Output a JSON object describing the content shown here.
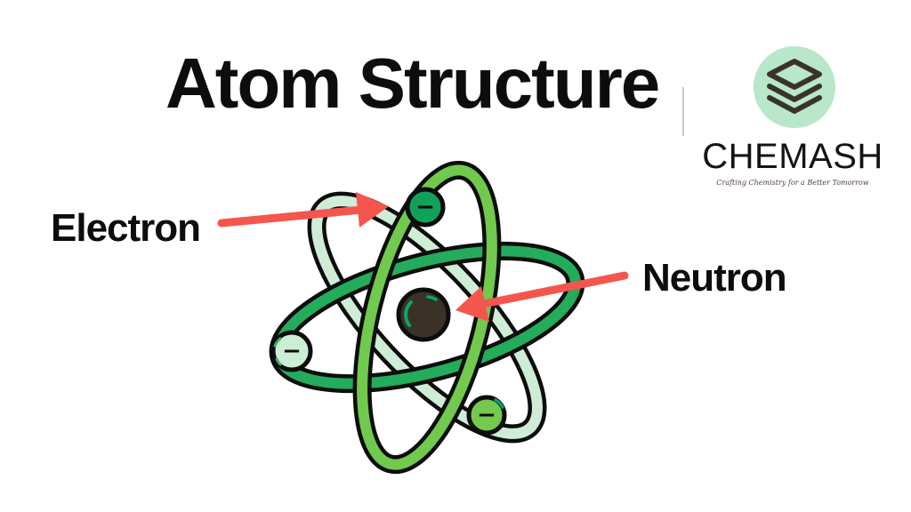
{
  "title": {
    "text": "Atom Structure"
  },
  "diagram": {
    "labels": {
      "electron": "Electron",
      "neutron": "Neutron"
    },
    "charge_symbol": "−",
    "colors": {
      "arrow_red": "#f4564d",
      "orbit_pale_green": "#cfecd7",
      "orbit_medium_green": "#23ac5c",
      "orbit_bright_green": "#71c94d",
      "electron_top_fill": "#12a158",
      "electron_left_fill": "#cdeed6",
      "electron_bottom_fill": "#74c94e",
      "nucleus_fill": "#3a3129",
      "outline_black": "#0d0d0d"
    }
  },
  "logo": {
    "brand": "CHEMASH",
    "tagline": "Crafting Chemistry for a Better Tomorrow",
    "icon": "layers-icon",
    "colors": {
      "circle_fill": "#b9e7c9",
      "icon_stroke": "#3a332b"
    }
  }
}
